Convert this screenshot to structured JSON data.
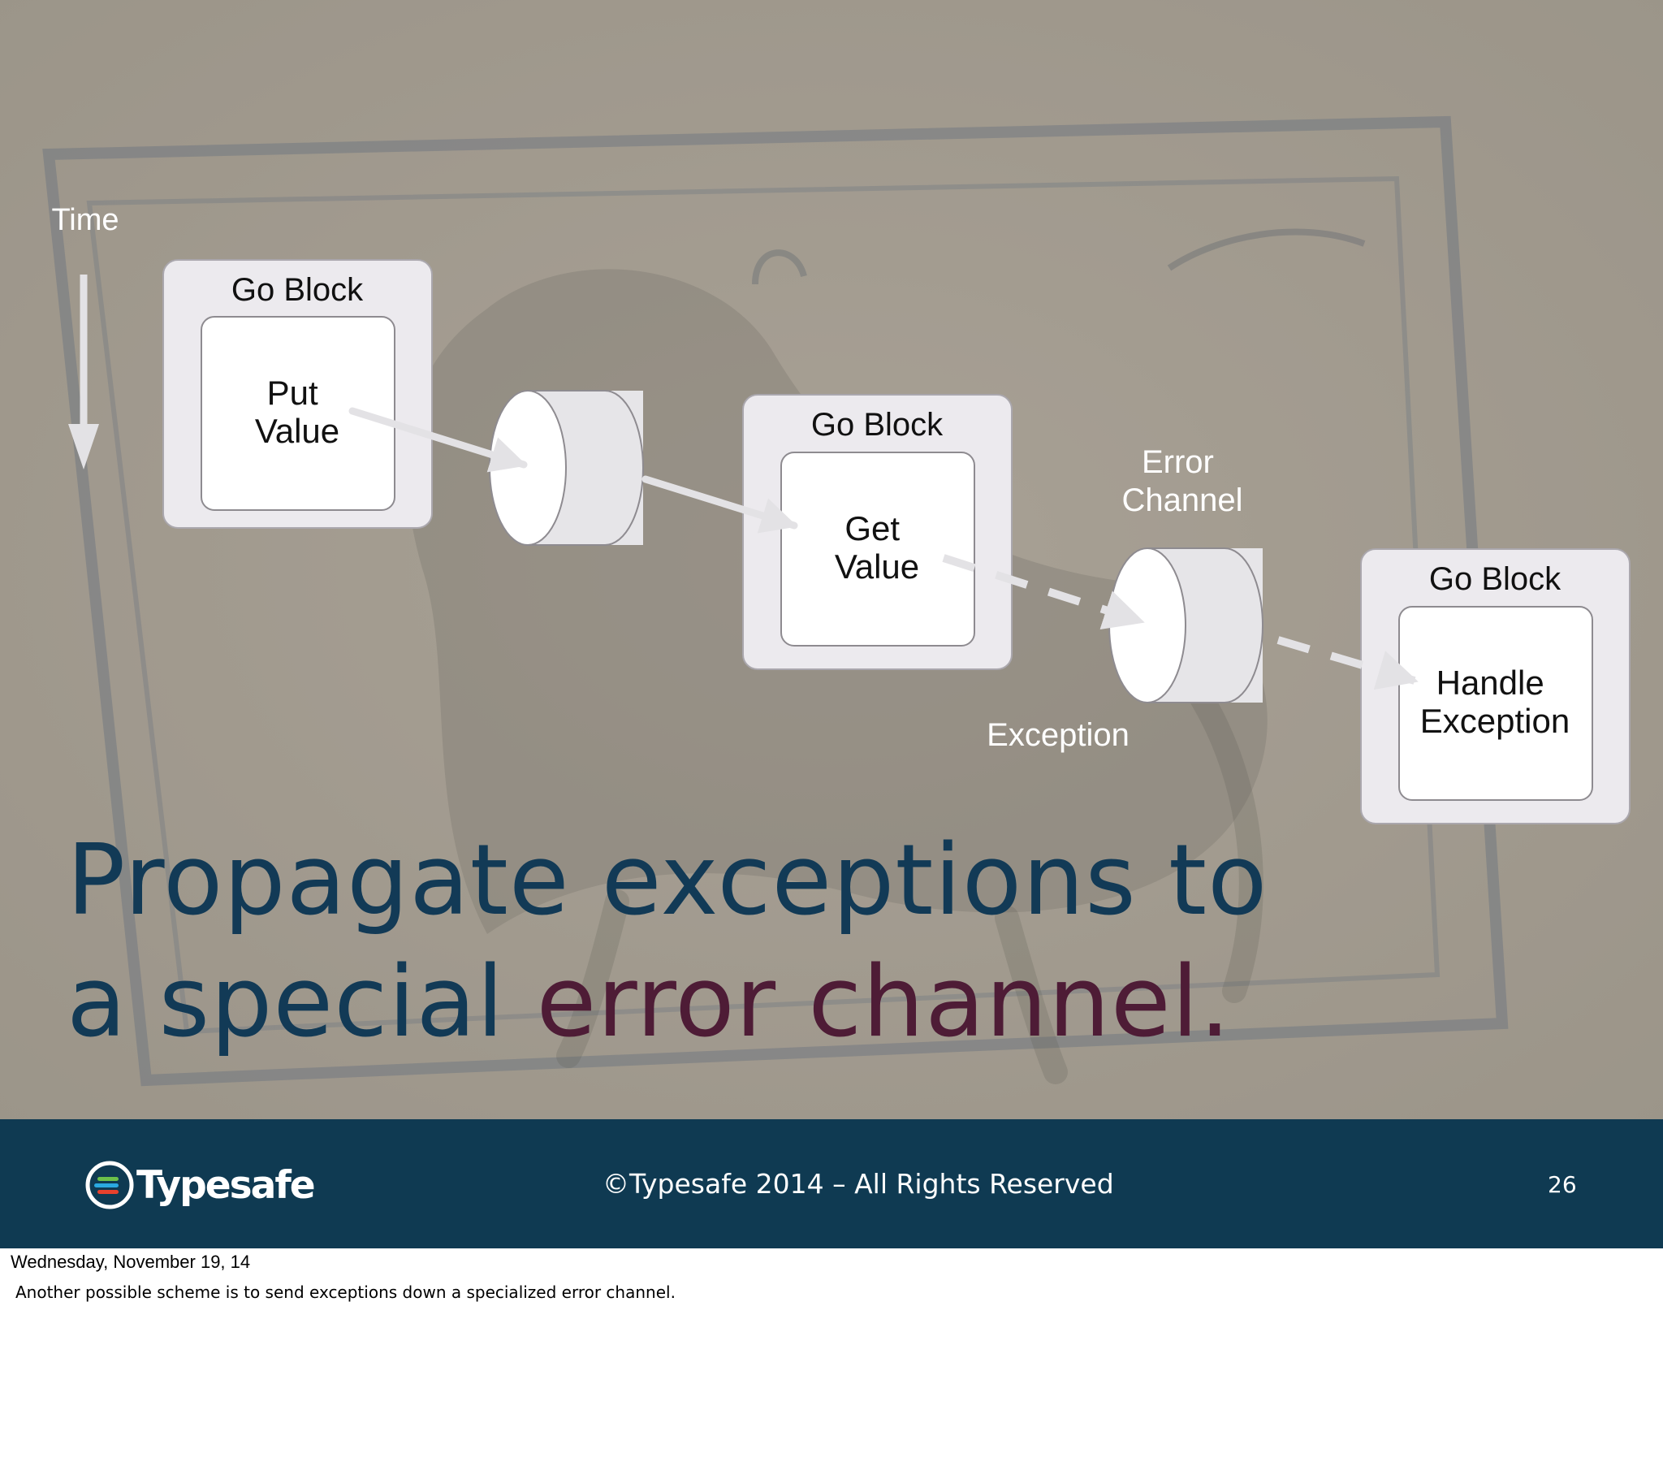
{
  "diagram": {
    "time_label": "Time",
    "blocks": [
      {
        "title": "Go Block",
        "action": [
          "Put",
          "Value"
        ]
      },
      {
        "title": "Go Block",
        "action": [
          "Get",
          "Value"
        ]
      },
      {
        "title": "Go Block",
        "action": [
          "Handle",
          "Exception"
        ]
      }
    ],
    "error_channel_label": [
      "Error",
      "Channel"
    ],
    "exception_label": "Exception"
  },
  "headline": {
    "line1": "Propagate exceptions to",
    "line2_prefix": "a special ",
    "line2_accent": "error channel."
  },
  "footer": {
    "logo_text": "Typesafe",
    "copyright": "©Typesafe 2014 – All Rights Reserved",
    "page_number": "26"
  },
  "notes": {
    "date": "Wednesday, November 19, 14",
    "text": "Another possible scheme is to send exceptions down a specialized error channel."
  },
  "colors": {
    "headline": "#123a56",
    "headline_accent": "#4e1c36",
    "footer_bg": "#0f3a52",
    "slide_bg": "#9f978b"
  }
}
